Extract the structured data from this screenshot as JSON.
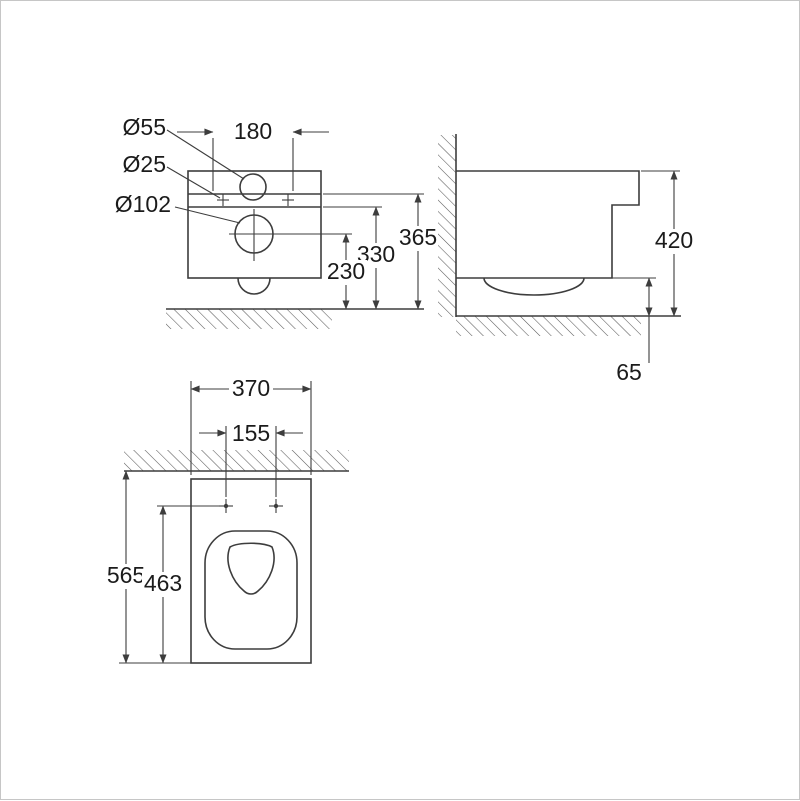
{
  "drawing": {
    "front": {
      "d55": "Ø55",
      "d25": "Ø25",
      "d102": "Ø102",
      "spacing": "180",
      "h365": "365",
      "h330": "330",
      "h230": "230"
    },
    "side": {
      "h420": "420",
      "gap65": "65"
    },
    "plan": {
      "w370": "370",
      "holes155": "155",
      "d565": "565",
      "bowl463": "463"
    }
  }
}
